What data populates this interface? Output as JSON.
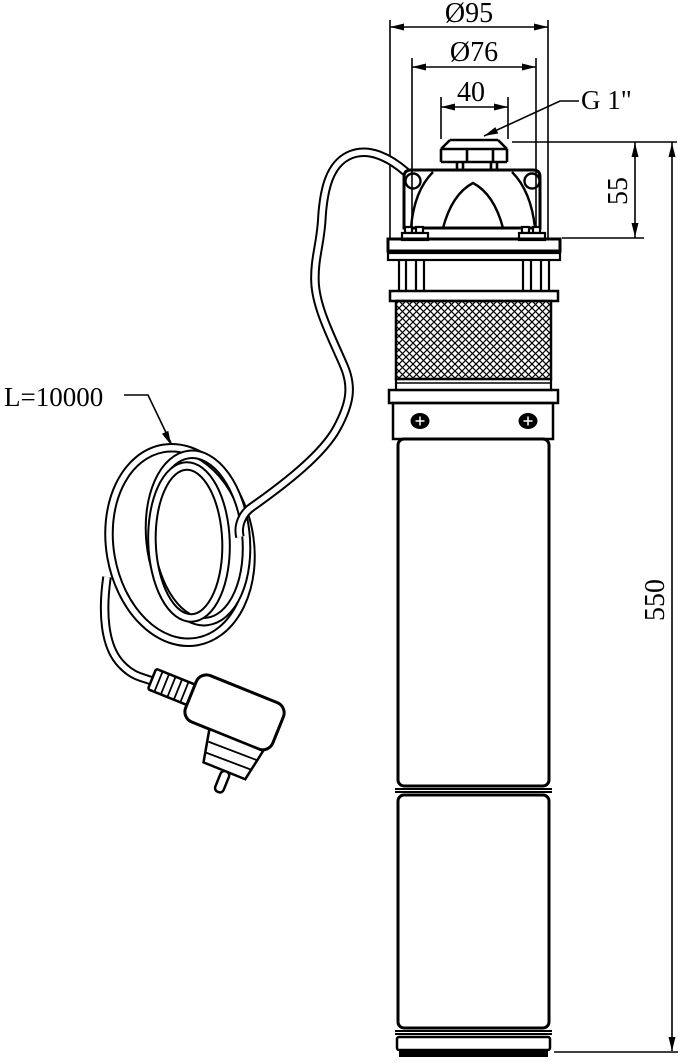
{
  "drawing": {
    "title": "Submersible pump dimensional outline drawing",
    "background": "#ffffff",
    "line_color": "#000000",
    "dimensions": {
      "outer_diameter": "Ø95",
      "bolt_circle_diameter": "Ø76",
      "fitting_width": "40",
      "thread": "G 1\"",
      "head_height": "55",
      "total_height": "550",
      "cable_length": "L=10000"
    }
  }
}
